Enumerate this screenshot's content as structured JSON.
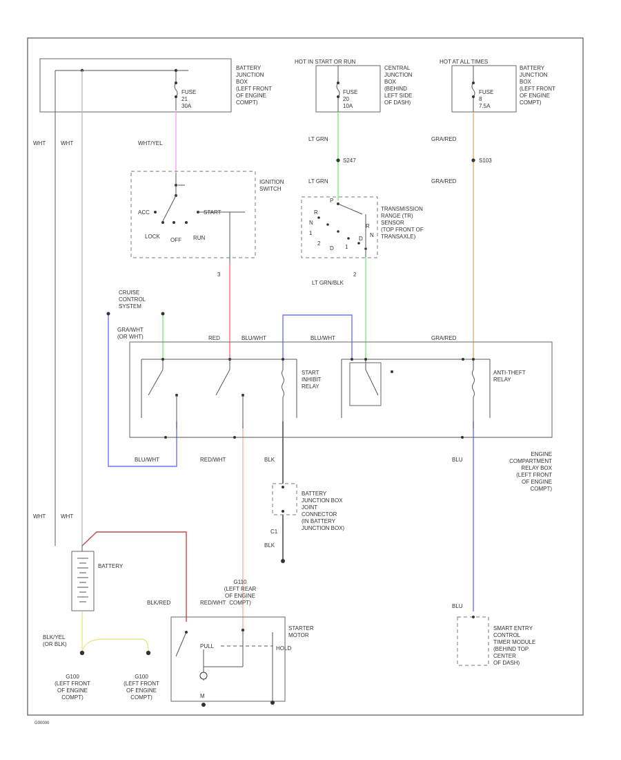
{
  "colors": {
    "white_wire": "#bdbdbd",
    "pink_wire": "#ff9ef0",
    "green_wire": "#77ee77",
    "orange_wire": "#e3b46a",
    "red_wire": "#ff7070",
    "blue_wire": "#7070ff",
    "black_wire": "#333333",
    "pale_red_wire": "#ffb0b0",
    "dark_red_wire": "#c04a4a",
    "yellow_wire": "#e6e68a"
  },
  "labels": {
    "battery_jbox": "BATTERY\nJUNCTION\nBOX\n(LEFT FRONT\nOF ENGINE\nCOMPT)",
    "fuse_a": "FUSE\n21\n30A",
    "hot_start_run": "HOT IN START OR RUN",
    "central_jbox": "CENTRAL\nJUNCTION\nBOX\n(BEHIND\nLEFT SIDE\nOF DASH)",
    "fuse_b": "FUSE\n20\n10A",
    "hot_all_times": "HOT AT ALL TIMES",
    "battery_jbox_2": "BATTERY\nJUNCTION\nBOX\n(LEFT FRONT\nOF ENGINE\nCOMPT)",
    "fuse_c": "FUSE\n8\n7.5A",
    "wire_wht_1": "WHT",
    "wire_wht_2": "WHT",
    "wire_wht_3": "WHT",
    "wire_wht_4": "WHT",
    "wht_yel": "WHT/YEL",
    "lt_grn_1": "LT GRN",
    "lt_grn_2": "LT GRN",
    "splice_s247": "S247",
    "gra_red_1": "GRA/RED",
    "gra_red_2": "GRA/RED",
    "gra_red_3": "GRA/RED",
    "splice_s103": "S103",
    "ignition_switch": "IGNITION\nSWITCH",
    "ign_acc": "ACC",
    "ign_start": "START",
    "ign_lock": "LOCK",
    "ign_off": "OFF",
    "ign_run": "RUN",
    "tr_sensor": "TRANSMISSION\nRANGE (TR)\nSENSOR\n(TOP FRONT OF\nTRANSAXLE)",
    "tr_p": "P",
    "tr_r": "R",
    "tr_n": "N",
    "tr_d": "D",
    "tr_1": "1",
    "tr_2": "2",
    "tr_1b": "1",
    "tr_r2": "R",
    "tr_d2": "D",
    "tr_pin_2": "2",
    "tr_n2": "N",
    "lt_grn_blk": "LT GRN/BLK",
    "ign_pin_3": "3",
    "cruise_control": "CRUISE\nCONTROL\nSYSTEM",
    "gra_wht": "GRA/WHT",
    "or_wht": "(OR WHT)",
    "red": "RED",
    "blu_wht_1": "BLU/WHT",
    "blu_wht_2": "BLU/WHT",
    "blu_wht_3": "BLU/WHT",
    "start_inhibit_relay": "START\nINHIBIT\nRELAY",
    "anti_theft_relay": "ANTI-THEFT\nRELAY",
    "engine_relay_box": "ENGINE\nCOMPARTMENT\nRELAY BOX\n(LEFT FRONT\nOF ENGINE\nCOMPT)",
    "red_wht_1": "RED/WHT",
    "red_wht_2": "RED/WHT",
    "blk_1": "BLK",
    "blk_2": "BLK",
    "blu_1": "BLU",
    "blu_2": "BLU",
    "jbox_joint": "BATTERY\nJUNCTION BOX\nJOINT\nCONNECTOR\n(IN BATTERY\nJUNCTION BOX)",
    "c1": "C1",
    "battery": "BATTERY",
    "g_loc": "G110\n(LEFT REAR\nOF ENGINE\nCOMPT)",
    "blk_red": "BLK/RED",
    "starter_motor": "STARTER\nMOTOR",
    "pull": "PULL",
    "hold": "HOLD",
    "blk_yel": "BLK/YEL",
    "or_blk": "(OR BLK)",
    "ground_1": "G100\n(LEFT FRONT\nOF ENGINE\nCOMPT)",
    "ground_2": "G100\n(LEFT FRONT\nOF ENGINE\nCOMPT)",
    "smart_entry": "SMART ENTRY\nCONTROL\nTIMER MODULE\n(BEHIND TOP\nCENTER\nOF DASH)",
    "pin_m": "M",
    "footer_code": "G00000"
  }
}
